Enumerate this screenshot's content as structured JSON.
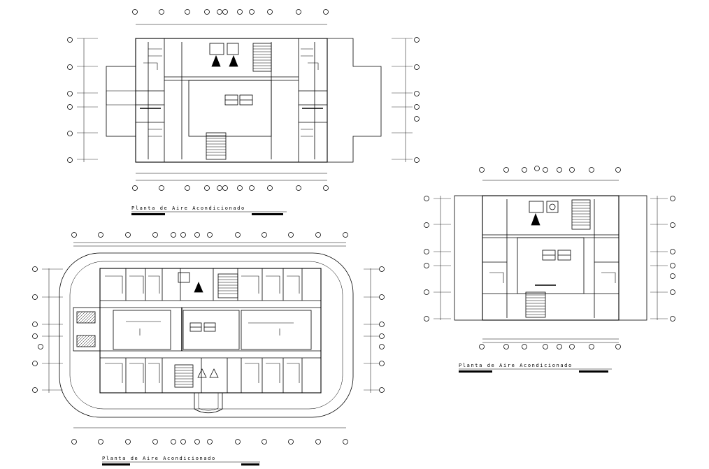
{
  "sheet": {
    "background": "#ffffff",
    "line_color": "#000000"
  },
  "plans": [
    {
      "id": "top-left",
      "title": "Planta de Aire Acondicionado"
    },
    {
      "id": "right",
      "title": "Planta de Aire Acondicionado"
    },
    {
      "id": "bottom-left",
      "title": "Planta de Aire Acondicionado"
    }
  ]
}
